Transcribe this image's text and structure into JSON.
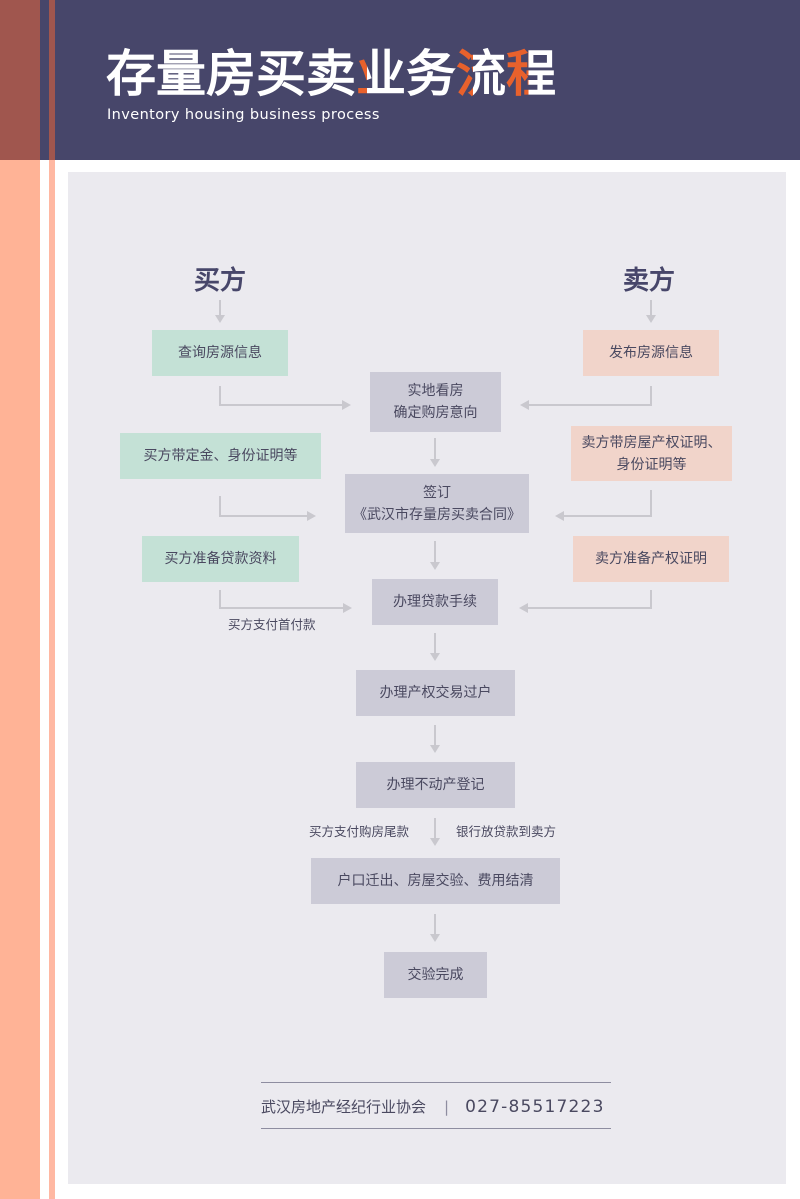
{
  "header": {
    "title_parts": [
      "存量房买卖",
      "业",
      "务",
      "流",
      "程"
    ],
    "subtitle": "Inventory housing business process",
    "colors": {
      "background": "#47466A",
      "accent": "#E8612C",
      "stripe": "#FFB396",
      "stripe_dark": "#A0564E"
    }
  },
  "diagram": {
    "buyer_label": "买方",
    "seller_label": "卖方",
    "buyer_steps": [
      {
        "label": "查询房源信息"
      },
      {
        "label": "买方带定金、身份证明等"
      },
      {
        "label": "买方准备贷款资料"
      }
    ],
    "seller_steps": [
      {
        "label": "发布房源信息"
      },
      {
        "line1": "卖方带房屋产权证明、",
        "line2": "身份证明等"
      },
      {
        "label": "卖方准备产权证明"
      }
    ],
    "center_steps": [
      {
        "line1": "实地看房",
        "line2": "确定购房意向"
      },
      {
        "line1": "签订",
        "line2": "《武汉市存量房买卖合同》"
      },
      {
        "label": "办理贷款手续"
      },
      {
        "label": "办理产权交易过户"
      },
      {
        "label": "办理不动产登记"
      },
      {
        "label": "户口迁出、房屋交验、费用结清"
      },
      {
        "label": "交验完成"
      }
    ],
    "notes": {
      "down_payment": "买方支付首付款",
      "final_payment": "买方支付购房尾款",
      "bank_loan": "银行放贷款到卖方"
    },
    "colors": {
      "buyer_box": "#C4E1D6",
      "seller_box": "#F1D4CA",
      "center_box": "#CCCBD7",
      "connector": "#C9C8CE"
    }
  },
  "footer": {
    "organization": "武汉房地产经纪行业协会",
    "separator": "|",
    "phone": "027-85517223"
  }
}
